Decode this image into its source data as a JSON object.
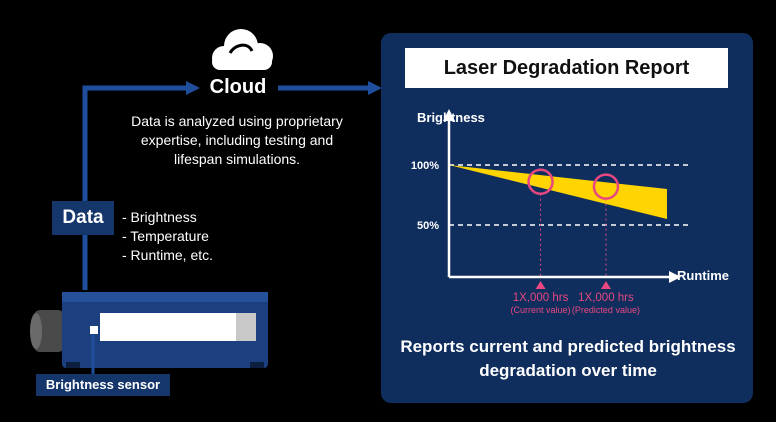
{
  "cloud": {
    "label": "Cloud",
    "description_lines": [
      "Data is analyzed using proprietary",
      "expertise, including testing and",
      "lifespan simulations."
    ]
  },
  "data_block": {
    "label": "Data",
    "items": [
      "- Brightness",
      "- Temperature",
      "- Runtime, etc."
    ]
  },
  "sensor": {
    "label": "Brightness sensor"
  },
  "report": {
    "title": "Laser Degradation Report",
    "caption_lines": [
      "Reports current and predicted brightness",
      "degradation over time"
    ]
  },
  "chart_data": {
    "type": "area",
    "ylabel": "Brightness",
    "xlabel": "Runtime",
    "yticks": [
      "100%",
      "50%"
    ],
    "y_gridlines": [
      100,
      50
    ],
    "band": {
      "x": [
        0,
        1
      ],
      "upper": [
        100,
        80
      ],
      "lower": [
        100,
        55
      ]
    },
    "markers": [
      {
        "x": 0.42,
        "y": 86,
        "label": "1X,000 hrs",
        "sublabel": "(Current value)"
      },
      {
        "x": 0.72,
        "y": 82,
        "label": "1X,000 hrs",
        "sublabel": "(Predicted value)"
      }
    ]
  },
  "colors": {
    "accent_blue": "#1f4f9c",
    "panel_blue": "#0f2e5d",
    "band_yellow": "#ffd400",
    "marker_pink": "#e8477f"
  }
}
